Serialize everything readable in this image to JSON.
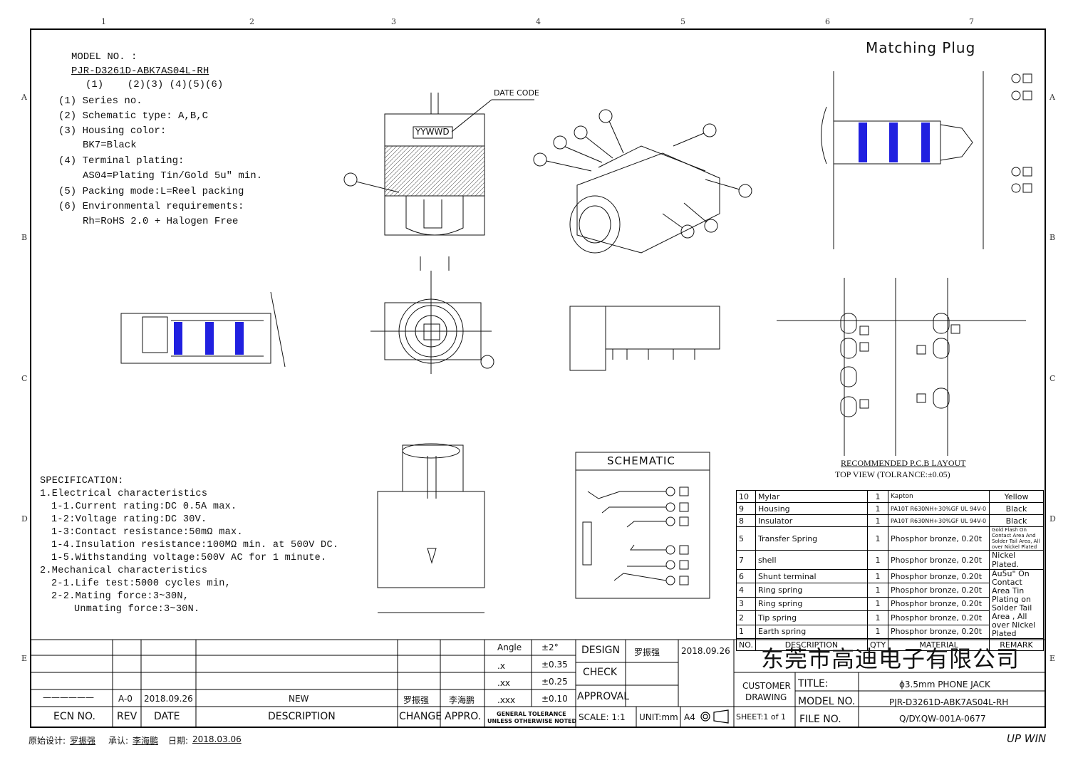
{
  "rulers": {
    "top": [
      "1",
      "2",
      "3",
      "4",
      "5",
      "6",
      "7"
    ],
    "side": [
      "A",
      "B",
      "C",
      "D",
      "E"
    ]
  },
  "model": {
    "heading": "MODEL NO. :",
    "number": "PJR-D3261D-ABK7AS04L-RH",
    "positions": "(1)    (2)(3) (4)(5)(6)",
    "items": [
      "(1) Series no.",
      "(2) Schematic type: A,B,C",
      "(3) Housing color:",
      "BK7=Black",
      "(4) Terminal plating:",
      "AS04=Plating Tin/Gold 5u\" min.",
      "(5) Packing mode:L=Reel packing",
      "(6) Environmental requirements:",
      "Rh=RoHS 2.0 + Halogen Free"
    ]
  },
  "spec": {
    "heading": "SPECIFICATION:",
    "lines": [
      "1.Electrical characteristics",
      "1-1.Current rating:DC 0.5A max.",
      "1-2:Voltage rating:DC 30V.",
      "1-3:Contact resistance:50mΩ max.",
      "1-4.Insulation resistance:100MΩ min. at 500V DC.",
      "1-5.Withstanding voltage:500V AC for 1 minute.",
      "2.Mechanical characteristics",
      "2-1.Life test:5000 cycles min,",
      "2-2.Mating force:3~30N,",
      "Unmating force:3~30N."
    ]
  },
  "views": {
    "date_code": "DATE CODE",
    "yywwd": "YYWWD",
    "matching_plug": "Matching Plug",
    "schematic_title": "SCHEMATIC",
    "pcb_caption": "RECOMMENDED P.C.B LAYOUT",
    "pcb_sub": "TOP VIEW (TOLRANCE:±0.05)"
  },
  "bom": {
    "headers": [
      "NO.",
      "DESCRIPTION",
      "QTY",
      "MATERIAL",
      "REMARK"
    ],
    "rows": [
      {
        "no": "10",
        "desc": "Mylar",
        "qty": "1",
        "mat": "Kapton",
        "rem": "Yellow"
      },
      {
        "no": "9",
        "desc": "Housing",
        "qty": "1",
        "mat": "PA10T R630NH+30%GF UL 94V-0",
        "rem": "Black"
      },
      {
        "no": "8",
        "desc": "Insulator",
        "qty": "1",
        "mat": "PA10T R630NH+30%GF UL 94V-0",
        "rem": "Black"
      },
      {
        "no": "5",
        "desc": "Transfer Spring",
        "qty": "1",
        "mat": "Phosphor bronze, 0.20t",
        "rem": "Gold Flash On Contact Area And Solder Tail Area, All over Nickel Plated"
      },
      {
        "no": "7",
        "desc": "shell",
        "qty": "1",
        "mat": "Phosphor bronze, 0.20t",
        "rem": "Nickel Plated."
      },
      {
        "no": "6",
        "desc": "Shunt terminal",
        "qty": "1",
        "mat": "Phosphor bronze, 0.20t",
        "rem": ""
      },
      {
        "no": "4",
        "desc": "Ring spring",
        "qty": "1",
        "mat": "Phosphor bronze, 0.20t",
        "rem": ""
      },
      {
        "no": "3",
        "desc": "Ring spring",
        "qty": "1",
        "mat": "Phosphor bronze, 0.20t",
        "rem": ""
      },
      {
        "no": "2",
        "desc": "Tip spring",
        "qty": "1",
        "mat": "Phosphor bronze, 0.20t",
        "rem": ""
      },
      {
        "no": "1",
        "desc": "Earth spring",
        "qty": "1",
        "mat": "Phosphor bronze, 0.20t",
        "rem": ""
      }
    ],
    "merged_remark": "Au5u\" On Contact Area Tin Plating on Solder Tail Area , All over Nickel Plated"
  },
  "title_block": {
    "revision": {
      "ecn": "——————",
      "rev": "A-0",
      "date": "2018.09.26",
      "desc": "NEW",
      "change": "罗振强",
      "appro": "李海鹏"
    },
    "labels": {
      "ecn": "ECN NO.",
      "rev": "REV",
      "date": "DATE",
      "desc": "DESCRIPTION",
      "change": "CHANGE",
      "appro": "APPRO."
    },
    "tolerance": [
      {
        "k": "Angle",
        "v": "±2°"
      },
      {
        "k": ".x",
        "v": "±0.35"
      },
      {
        "k": ".xx",
        "v": "±0.25"
      },
      {
        "k": ".xxx",
        "v": "±0.10"
      }
    ],
    "general_tol": "GENERAL TOLERANCE",
    "unless": "UNLESS OTHERWISE NOTED",
    "design_label": "DESIGN",
    "design_name": "罗振强",
    "design_date": "2018.09.26",
    "check_label": "CHECK",
    "approval_label": "APPROVAL",
    "scale": "SCALE: 1:1",
    "unit": "UNIT:mm",
    "paper": "A4",
    "sheet": "SHEET:1 of 1",
    "company": "东莞市高迪电子有限公司",
    "customer": "CUSTOMER",
    "drawing": "DRAWING",
    "title_label": "TITLE:",
    "title_value": "ϕ3.5mm PHONE JACK",
    "model_label": "MODEL NO.",
    "model_value": "PJR-D3261D-ABK7AS04L-RH",
    "file_label": "FILE NO.",
    "file_value": "Q/DY.QW-001A-0677"
  },
  "footer": {
    "original": "原始设计:",
    "original_name": "罗振强",
    "approve": "承认:",
    "approve_name": "李海鹏",
    "date_label": "日期:",
    "date": "2018.03.06",
    "brand": "UP WIN"
  },
  "colors": {
    "stripe": "#2020e0",
    "line": "#111111"
  }
}
